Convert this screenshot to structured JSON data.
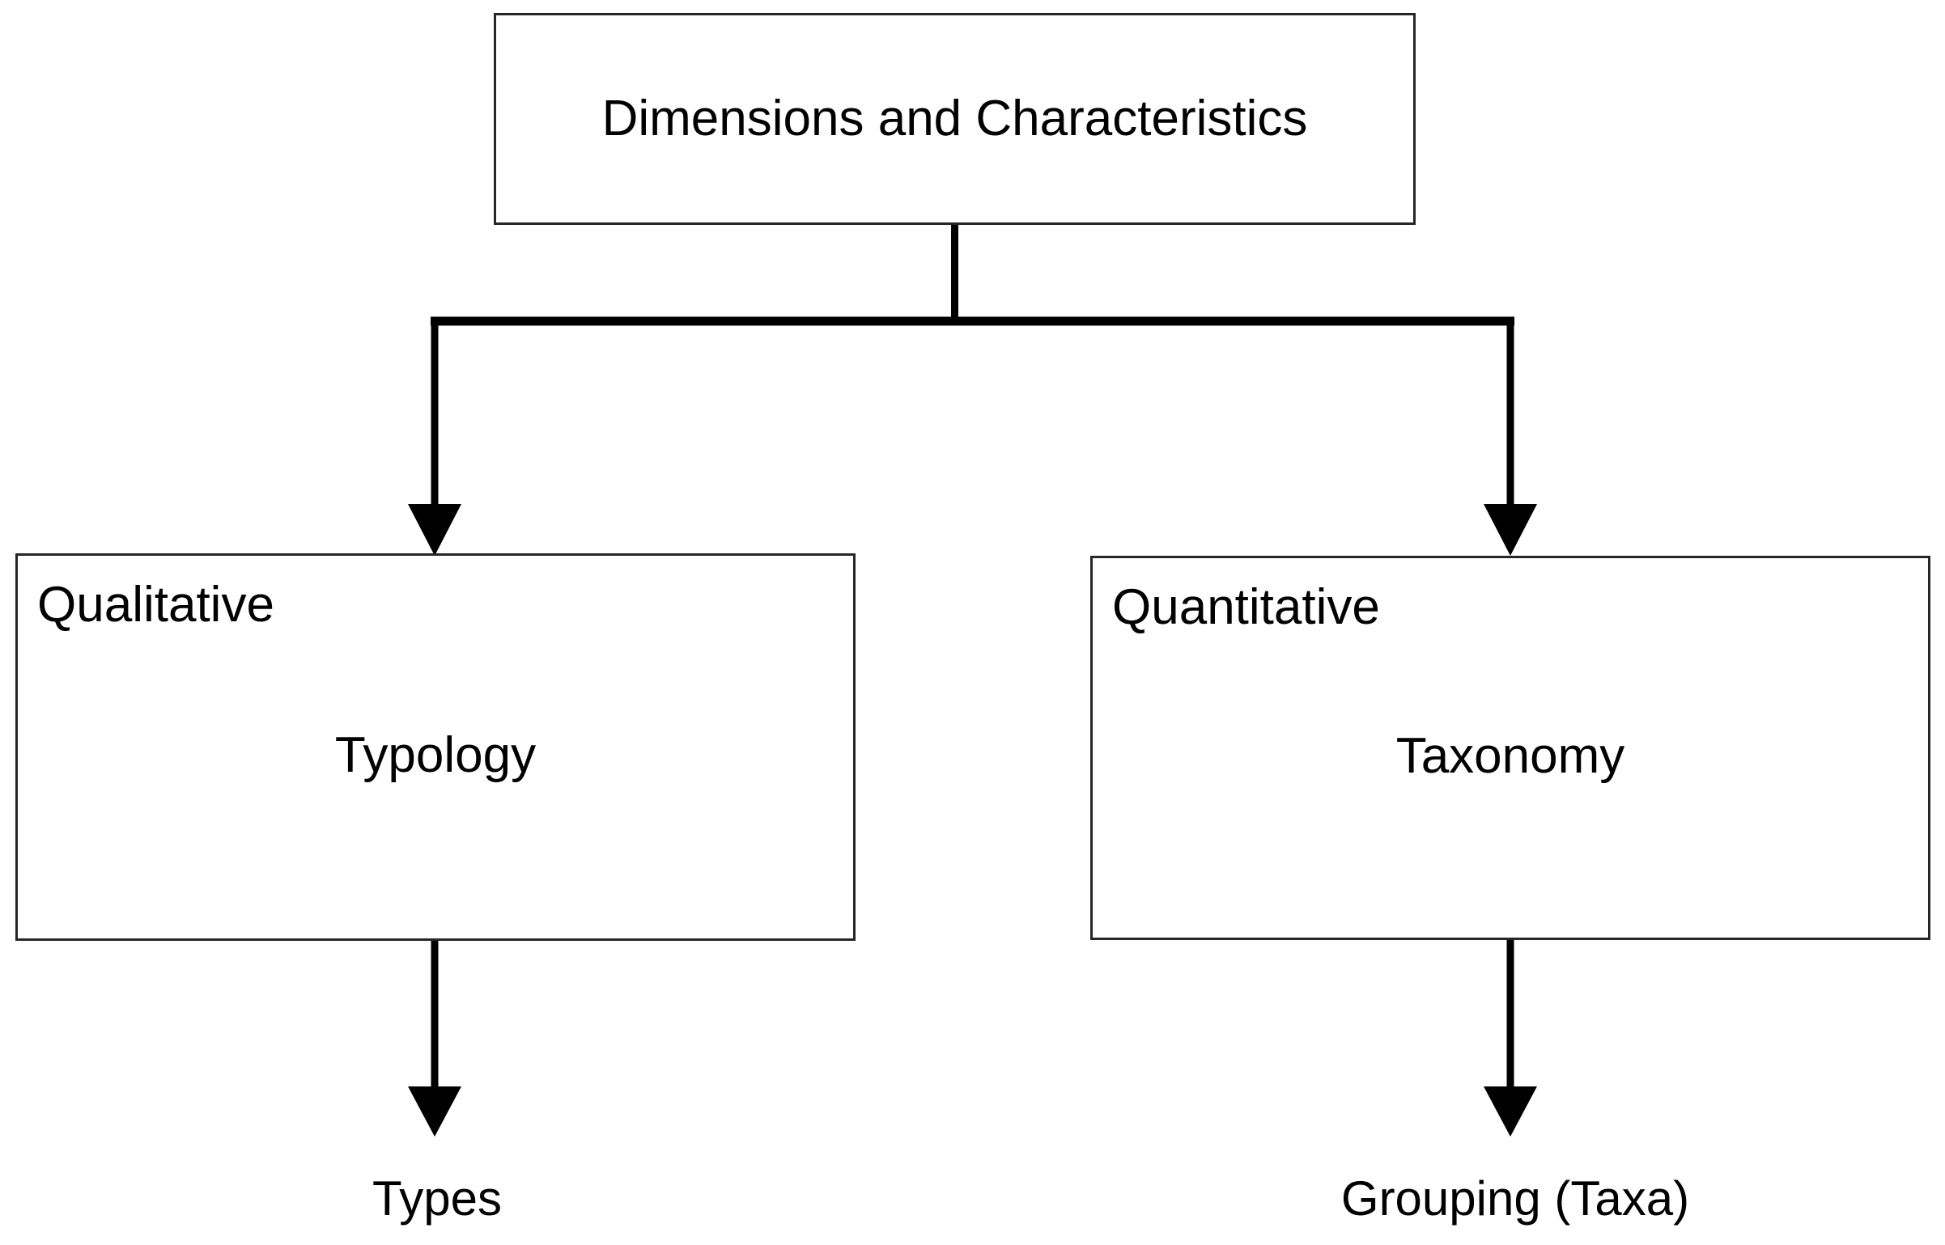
{
  "diagram": {
    "root_node": {
      "label": "Dimensions and Characteristics"
    },
    "branches": [
      {
        "dimension": "Qualitative",
        "approach": "Typology",
        "result": "Types"
      },
      {
        "dimension": "Quantitative",
        "approach": "Taxonomy",
        "result": "Grouping (Taxa)"
      }
    ],
    "colors": {
      "line": "#000000",
      "box_border": "#262626",
      "text": "#000000",
      "background": "#ffffff"
    }
  }
}
